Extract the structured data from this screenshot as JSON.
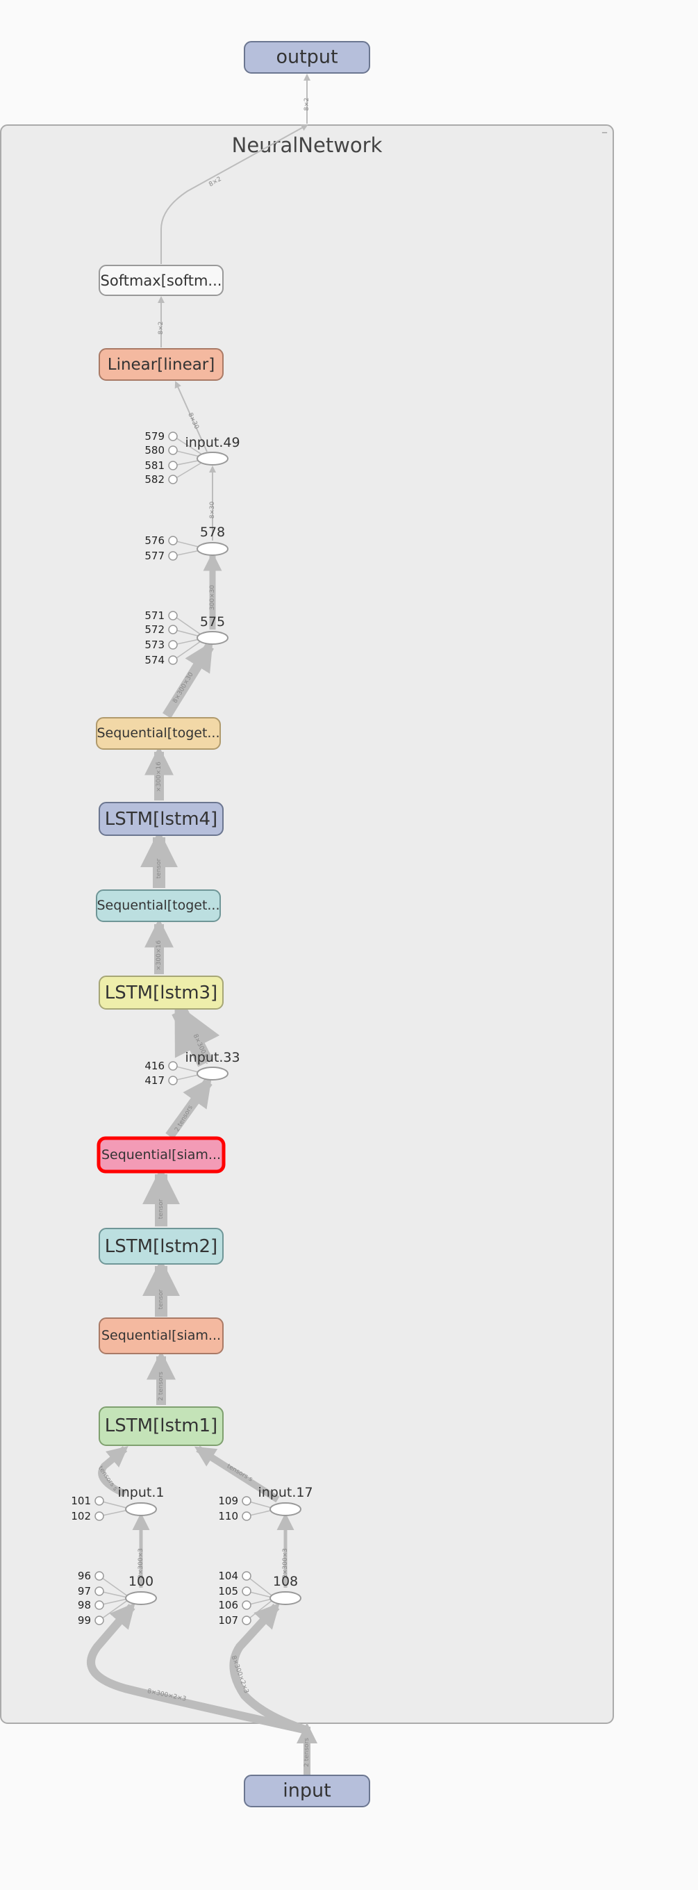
{
  "graph_title": "NeuralNetwork",
  "output_label": "output",
  "input_label": "input",
  "modules": {
    "softmax": "Softmax[softm...",
    "linear": "Linear[linear]",
    "seq_together1": "Sequential[toget...",
    "lstm4": "LSTM[lstm4]",
    "seq_together2": "Sequential[toget...",
    "lstm3": "LSTM[lstm3]",
    "seq_siam1": "Sequential[siam...",
    "lstm2": "LSTM[lstm2]",
    "seq_siam2": "Sequential[siam...",
    "lstm1": "LSTM[lstm1]"
  },
  "ops": {
    "input49": "input.49",
    "n578": "578",
    "n575": "575",
    "input33": "input.33",
    "input1": "input.1",
    "input17": "input.17",
    "n100": "100",
    "n108": "108"
  },
  "consts": {
    "c579": "579",
    "c580": "580",
    "c581": "581",
    "c582": "582",
    "c576": "576",
    "c577": "577",
    "c571": "571",
    "c572": "572",
    "c573": "573",
    "c574": "574",
    "c416": "416",
    "c417": "417",
    "c101": "101",
    "c102": "102",
    "c109": "109",
    "c110": "110",
    "c96": "96",
    "c97": "97",
    "c98": "98",
    "c99": "99",
    "c104": "104",
    "c105": "105",
    "c106": "106",
    "c107": "107"
  },
  "edge_labels": {
    "e_out": "8×2",
    "e_softmax_out": "8×2",
    "e_lin_soft": "8×2",
    "e_in49_lin": "8×30",
    "e_578_in49": "8×30",
    "e_575_578": "300×30",
    "e_seq_575": "8×300×30",
    "e_lstm4_seq": "×300×16",
    "e_seq2_lstm4": "tensor",
    "e_lstm3_seq2": "×300×16",
    "e_in33_lstm3": "8×300×...",
    "e_siam_in33": "2 tensors",
    "e_lstm2_siam": "tensor",
    "e_siam2_lstm2": "tensor",
    "e_lstm1_siam2": "2 tensors",
    "e_in1_lstm1": "tensors s",
    "e_in17_lstm1": "tensors s",
    "e_100_in1": "2×300×3",
    "e_108_in17": "2×300×3",
    "e_input_100": "8×300×2×3",
    "e_input_108": "8×300×2×3",
    "e_input_in": "2 tensors"
  },
  "colors": {
    "output_input_fill": "#b6bfdb",
    "linear_fill": "#f4b9a0",
    "together_fill": "#f2d8a7",
    "lstm4_fill": "#b6bfdb",
    "together2_fill": "#bcdfe0",
    "lstm3_fill": "#eeeeab",
    "siam1_fill": "#f39bb6",
    "siam1_border": "#ff0000",
    "lstm2_fill": "#bcdfe0",
    "siam2_fill": "#f4b9a0",
    "lstm1_fill": "#c4e3b8",
    "edge": "#bcbcbc",
    "cluster_fill": "#ececec"
  }
}
